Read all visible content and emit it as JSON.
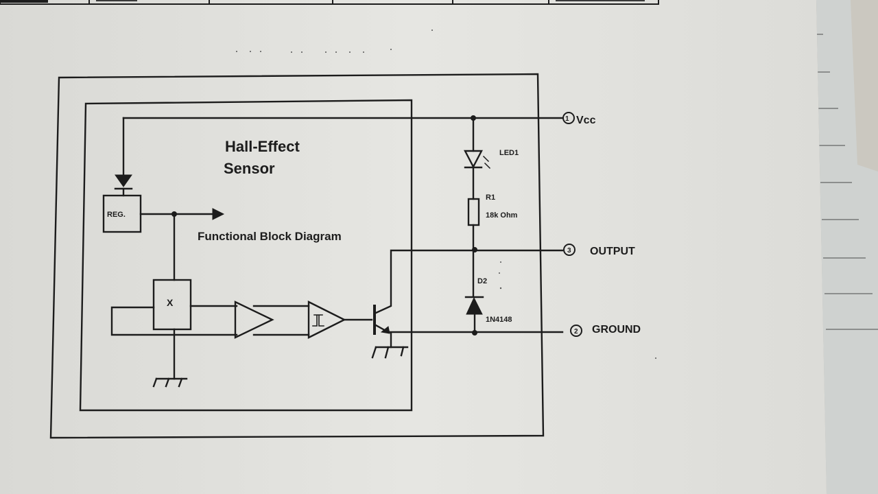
{
  "document": {
    "type": "printed datasheet photo",
    "header_table": {
      "visible": "partial top row of a table (cut off)"
    }
  },
  "diagram": {
    "title_line1": "Hall-Effect",
    "title_line2": "Sensor",
    "caption": "Functional Block Diagram",
    "blocks": {
      "regulator": "REG.",
      "hall_element": "hall-element",
      "amplifier": "amplifier",
      "schmitt_trigger": "schmitt-trigger",
      "output_transistor": "npn-transistor"
    },
    "components": {
      "led": {
        "ref": "LED1"
      },
      "resistor": {
        "ref": "R1",
        "value": "18k Ohm"
      },
      "diode": {
        "ref": "D2",
        "part": "1N4148"
      }
    },
    "pins": [
      {
        "number": "1",
        "label": "Vcc"
      },
      {
        "number": "3",
        "label": "OUTPUT"
      },
      {
        "number": "2",
        "label": "GROUND"
      }
    ]
  },
  "colors": {
    "paper": "#e4e4e0",
    "ink": "#1c1c1c",
    "notebook": "#cfd2d0"
  }
}
